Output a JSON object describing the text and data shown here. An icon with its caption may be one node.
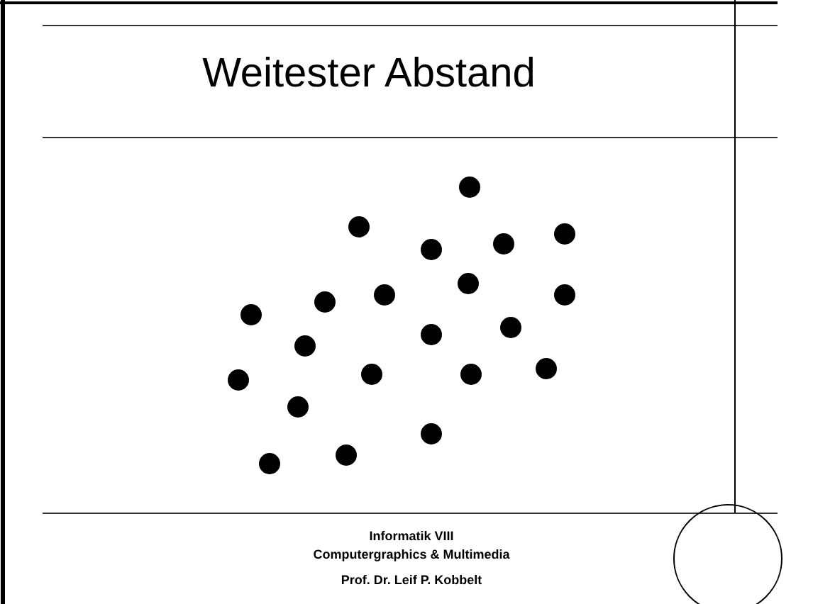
{
  "diagram": {
    "title": "Weitester Abstand",
    "nodes": [
      {
        "text": [],
        "shape": "circle"
      }
    ],
    "labels": [
      "Informatik VIII",
      "Computergraphics & Multimedia",
      "Prof. Dr. Leif P. Kobbelt"
    ]
  }
}
